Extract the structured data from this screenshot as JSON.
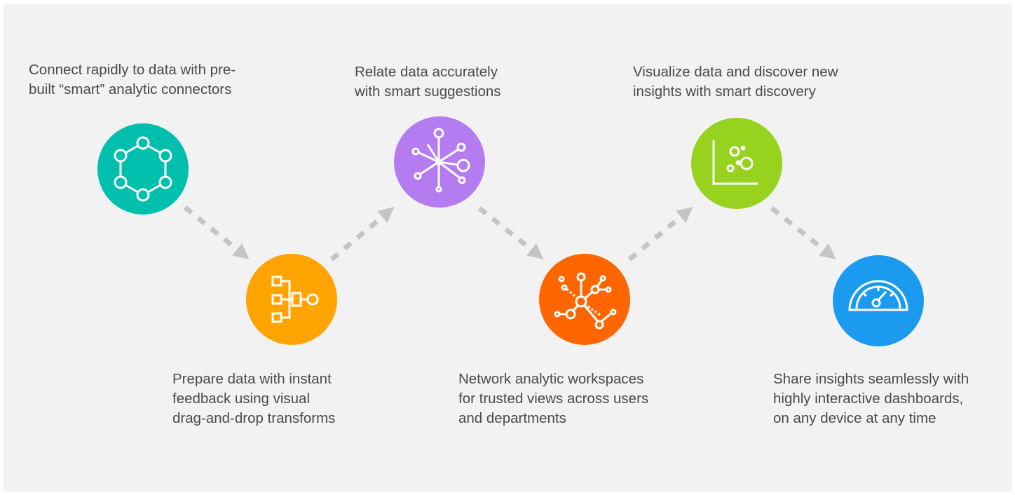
{
  "steps": [
    {
      "id": "connect",
      "color": "#00bfad",
      "icon": "network-ring-icon",
      "lines": [
        "Connect rapidly to data with pre-",
        "built “smart” analytic connectors"
      ]
    },
    {
      "id": "prepare",
      "color": "#ffa400",
      "icon": "flow-transform-icon",
      "lines": [
        "Prepare data with instant",
        "feedback using visual",
        "drag-and-drop transforms"
      ]
    },
    {
      "id": "relate",
      "color": "#b57cf2",
      "icon": "hub-spoke-icon",
      "lines": [
        "Relate data accurately",
        "with smart suggestions"
      ]
    },
    {
      "id": "network",
      "color": "#ff6600",
      "icon": "network-graph-icon",
      "lines": [
        "Network analytic workspaces",
        "for trusted views across users",
        "and departments"
      ]
    },
    {
      "id": "visualize",
      "color": "#97d21f",
      "icon": "scatter-plot-icon",
      "lines": [
        "Visualize data and discover new",
        "insights with smart discovery"
      ]
    },
    {
      "id": "share",
      "color": "#1a9bf0",
      "icon": "dashboard-gauge-icon",
      "lines": [
        "Share insights seamlessly with",
        "highly interactive dashboards,",
        "on any device at any time"
      ]
    }
  ],
  "arrow_color": "#c4c4c4"
}
